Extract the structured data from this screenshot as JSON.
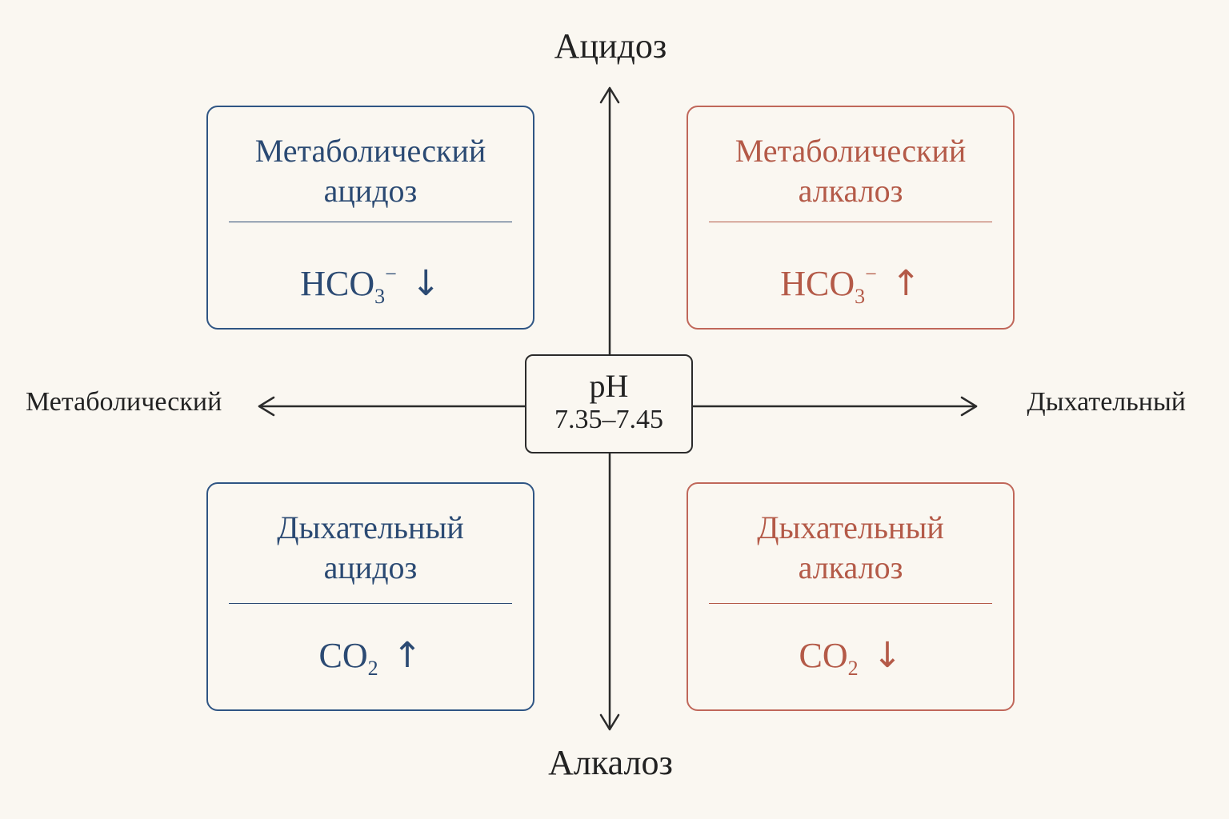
{
  "axes": {
    "top": "Ацидоз",
    "bottom": "Алкалоз",
    "left": "Метаболический",
    "right": "Дыхательный"
  },
  "center": {
    "title": "pH",
    "range": "7.35–7.45"
  },
  "quadrants": {
    "metabolic_acidosis": {
      "title_line1": "Метаболический",
      "title_line2": "ацидоз",
      "formula_base": "HCO",
      "formula_sub": "3",
      "formula_sup": "−",
      "arrow": "↓",
      "color": "#2b4a73"
    },
    "metabolic_alkalosis": {
      "title_line1": "Метаболический",
      "title_line2": "алкалоз",
      "formula_base": "HCO",
      "formula_sub": "3",
      "formula_sup": "−",
      "arrow": "↑",
      "color": "#b45a48"
    },
    "respiratory_acidosis": {
      "title_line1": "Дыхательный",
      "title_line2": "ацидоз",
      "formula_base": "CO",
      "formula_sub": "2",
      "arrow": "↑",
      "color": "#2b4a73"
    },
    "respiratory_alkalosis": {
      "title_line1": "Дыхательный",
      "title_line2": "алкалоз",
      "formula_base": "CO",
      "formula_sub": "2",
      "arrow": "↓",
      "color": "#b45a48"
    }
  }
}
